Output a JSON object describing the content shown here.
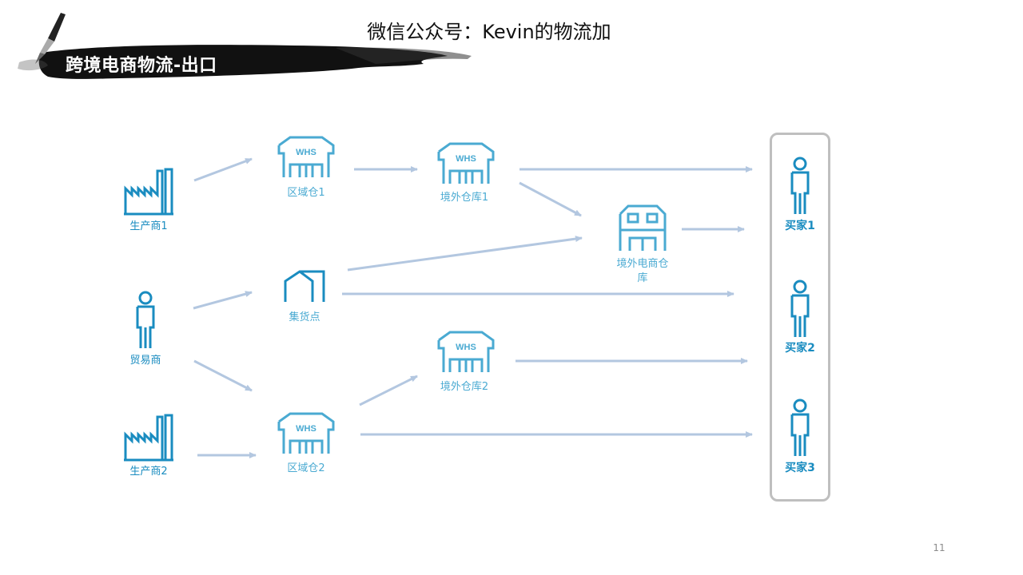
{
  "header": {
    "wechat_title": "微信公众号：Kevin的物流加",
    "banner_title": "跨境电商物流-出口"
  },
  "colors": {
    "icon_light": "#4aaad2",
    "icon_dark": "#1a8cc0",
    "arrow": "#b3c7e0",
    "banner": "#111111",
    "box_border": "#bfbfbf"
  },
  "nodes": {
    "producer1": {
      "label": "生产商1",
      "icon": "factory-icon"
    },
    "trader": {
      "label": "贸易商",
      "icon": "person-icon"
    },
    "producer2": {
      "label": "生产商2",
      "icon": "factory-icon"
    },
    "regional1": {
      "label": "区域仓1",
      "icon": "warehouse-whs-icon",
      "badge": "WHS"
    },
    "collection": {
      "label": "集货点",
      "icon": "collection-point-icon"
    },
    "regional2": {
      "label": "区域仓2",
      "icon": "warehouse-whs-icon",
      "badge": "WHS"
    },
    "overseas1": {
      "label": "境外仓库1",
      "icon": "warehouse-whs-icon",
      "badge": "WHS"
    },
    "overseas2": {
      "label": "境外仓库2",
      "icon": "warehouse-whs-icon",
      "badge": "WHS"
    },
    "ecom_wh": {
      "label_line1": "境外电商仓",
      "label_line2": "库",
      "icon": "ecommerce-warehouse-icon"
    },
    "buyer1": {
      "label": "买家1",
      "icon": "person-icon"
    },
    "buyer2": {
      "label": "买家2",
      "icon": "person-icon"
    },
    "buyer3": {
      "label": "买家3",
      "icon": "person-icon"
    }
  },
  "edges": [
    {
      "from": "producer1",
      "to": "regional1"
    },
    {
      "from": "regional1",
      "to": "overseas1"
    },
    {
      "from": "overseas1",
      "to": "buyer1"
    },
    {
      "from": "overseas1",
      "to": "ecom_wh"
    },
    {
      "from": "ecom_wh",
      "to": "buyer1"
    },
    {
      "from": "collection",
      "to": "ecom_wh"
    },
    {
      "from": "trader",
      "to": "collection"
    },
    {
      "from": "collection",
      "to": "buyer2"
    },
    {
      "from": "trader",
      "to": "regional2"
    },
    {
      "from": "regional2",
      "to": "overseas2"
    },
    {
      "from": "overseas2",
      "to": "buyer2"
    },
    {
      "from": "producer2",
      "to": "regional2"
    },
    {
      "from": "regional2",
      "to": "buyer3"
    }
  ],
  "footer": {
    "page_number": "11"
  }
}
